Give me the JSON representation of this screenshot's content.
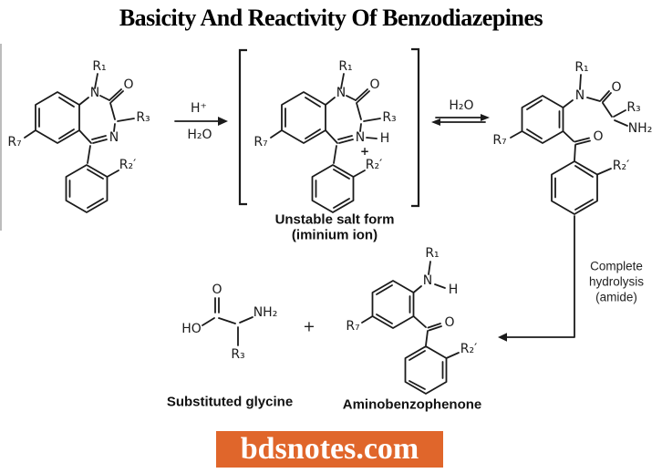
{
  "title": "Basicity And Reactivity Of Benzodiazepines",
  "atoms": {
    "n": "N",
    "o": "O",
    "h": "H",
    "ho": "HO",
    "nh2": "NH₂",
    "r1": "R₁",
    "r3": "R₃",
    "r7": "R₇",
    "r2p": "R₂′",
    "charge_plus": "+"
  },
  "reagents": {
    "h_plus": "H⁺",
    "h2o": "H₂O"
  },
  "captions": {
    "salt1": "Unstable salt form",
    "salt2": "(iminium ion)",
    "hyd1": "Complete",
    "hyd2": "hydrolysis",
    "hyd3": "(amide)",
    "glycine": "Substituted glycine",
    "aminobenzophenone": "Aminobenzophenone",
    "plus": "+"
  },
  "banner": {
    "text": "bdsnotes.com"
  },
  "colors": {
    "banner_bg": "#E0662B",
    "banner_fg": "#FFFFFF",
    "ink": "#1B1B1B",
    "page_bg": "#FFFFFF"
  }
}
